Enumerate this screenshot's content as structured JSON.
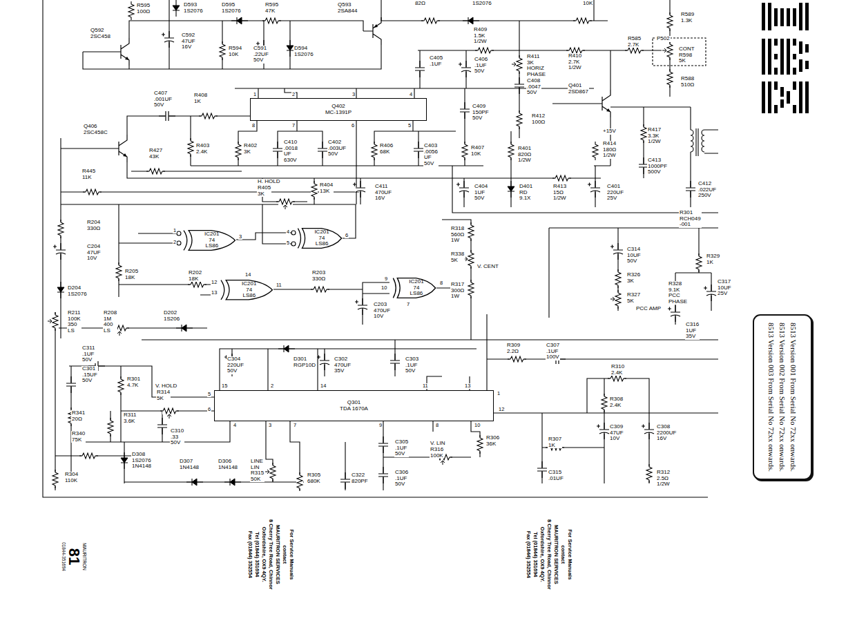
{
  "diagram": {
    "nodes": [
      {
        "text": [
          "Q402",
          "MC-1391P"
        ]
      },
      {
        "text": [
          "Q301",
          "TDA 1670A"
        ]
      },
      {
        "text": [
          "IC201 74 LS86"
        ]
      },
      {
        "text": [
          "IC201 74 LS86"
        ]
      },
      {
        "text": [
          "IC201 74 LS86"
        ]
      },
      {
        "text": [
          "IC201 74 LS86"
        ]
      },
      {
        "text": [
          "8513 Version 001 From Serial No 72xx onwards.",
          "8513 Version 002 From Serial No 72xx onwards.",
          "8513 Version 003 From Serial No 72xx onwards."
        ]
      }
    ],
    "labels": [
      "R595 100Ω",
      "D593 1S2076",
      "D595 1S2076",
      "R595 47K",
      "Q593 2SA844",
      "82Ω",
      "1S2076",
      "10K",
      "R589 1.3K",
      "Q592 2SC458",
      "C592 47UF 16V",
      "R594 10K",
      "C591 .22UF 50V",
      "D594 1S2076",
      "R409 1.5K 1/2W",
      "R585 2.7K",
      "P502",
      "CONT R598 5K",
      "R588 510Ω",
      "C405 .1UF",
      "C406 .1UF 50V",
      "R411 3K HORIZ PHASE",
      "R410 2.7K 1/2W",
      "C408 .0047 50V",
      "Q401 2SD867",
      "C407 .001UF 50V",
      "R408 1K",
      "C409 150PF 50V",
      "R412 100Ω",
      "+15V",
      "R417 3.3K 1/2W",
      "Q406 2SC458C",
      "R403 2.4K",
      "R402 3K",
      "C410 .0018 UF 630V",
      "C402 .003UF 50V",
      "R406 68K",
      "C403 .0056 UF 50V",
      "R407 10K",
      "R401 820Ω 1/2W",
      "R414 180Ω 1/2W",
      "C413 1000PF 500V",
      "R427 43K",
      "R445 11K",
      "H. HOLD",
      "R405 3K",
      "R404 13K",
      "C411 470UF 16V",
      "C404 1UF 50V",
      "D401 RD 9.1X",
      "R413 15Ω 1/2W",
      "C401 220UF 25V",
      "C412 .022UF 250V",
      "R301 RCH049 -001",
      "R204 330Ω",
      "C204 47UF 10V",
      "R318 560Ω 1W",
      "R338 5K",
      "V. CENT",
      "R317 300Ω 1W",
      "C314 10UF 50V",
      "R329 1K",
      "R326 3K",
      "R327 5K",
      "PCC AMP",
      "R328 9.1K PCC PHASE",
      "C317 10UF 25V",
      "C316 1UF 35V",
      "R205 18K",
      "R202 18K",
      "R203 330Ω",
      "C203 470UF 10V",
      "D204 1S2076",
      "R211 100K 350 LS",
      "R208 1M 400 LS",
      "D202 1S206",
      "C311 .1UF 50V",
      "R309 2.2Ω",
      "C307 .1UF 100V",
      "R310 2.4K",
      "C304 220UF 50V",
      "D301 RGP10D",
      "C302 470UF 35V",
      "C303 .1UF 50V",
      "C301 .15UF 50V",
      "R301 4.7K",
      "V. HOLD",
      "R314 5K",
      "R308 2.4K",
      "R341 20Ω",
      "R311 3.6K",
      "C310 .33 50V",
      "R340 75K",
      "C305 .1UF 50V",
      "V. LIN",
      "R316 100K",
      "R306 36K",
      "R307 1K",
      "C309 47UF 10V",
      "C308 2200UF 16V",
      "D308 1S2076 1N4148",
      "D307 1N4148",
      "D306 1N4148",
      "LINE LIN R315 50K",
      "R305 680K",
      "C322 820PF",
      "C306 .1UF 50V",
      "C315 .01UF",
      "R312 2.5Ω 1/2W",
      "R304 110K",
      "1",
      "2",
      "3",
      "4",
      "8",
      "7",
      "6",
      "5",
      "1",
      "2",
      "3",
      "4",
      "5",
      "6",
      "14",
      "12",
      "13",
      "11",
      "9",
      "10",
      "8",
      "7",
      "15",
      "2",
      "14",
      "11",
      "13",
      "1",
      "12",
      "5",
      "6",
      "4",
      "3",
      "7",
      "9",
      "8",
      "10",
      "For Service Manuals",
      "contact",
      "MAURITRON SERVICES",
      "8 Cherry Tree Road, Chinnor",
      "Oxfordshire, OX9 4QY.",
      "Tel (01844) 351694",
      "Fax (01844) 352554",
      "For Service Manuals",
      "contact",
      "MAURITRON SERVICES",
      "8 Cherry Tree Road, Chinnor",
      "Oxfordshire, OX9 4QY.",
      "Tel (01844) 351694",
      "Fax (01844) 352554",
      "MAURITRON",
      "81",
      "01844-351694"
    ]
  }
}
